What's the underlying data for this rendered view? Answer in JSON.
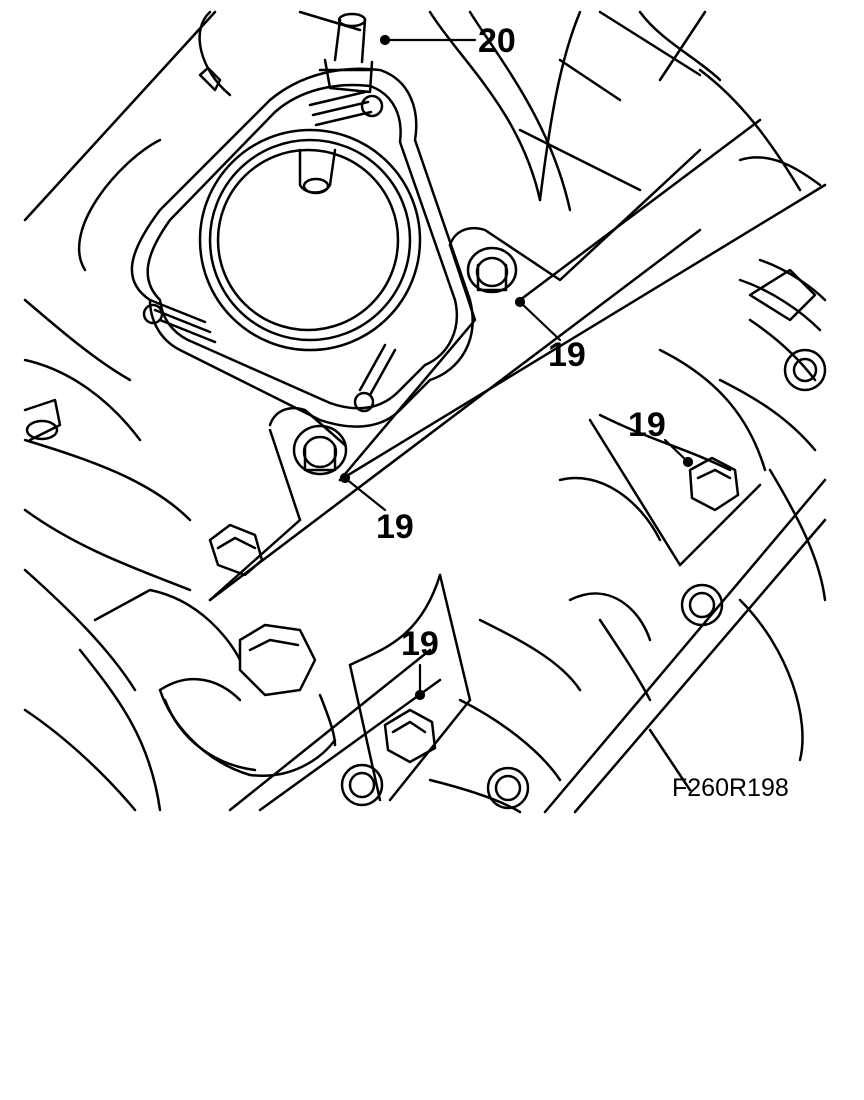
{
  "callouts": {
    "c20": "20",
    "c19a": "19",
    "c19b": "19",
    "c19c": "19",
    "c19d": "19"
  },
  "figure_ref": "F260R198",
  "colors": {
    "ink": "#000000",
    "paper": "#ffffff"
  }
}
